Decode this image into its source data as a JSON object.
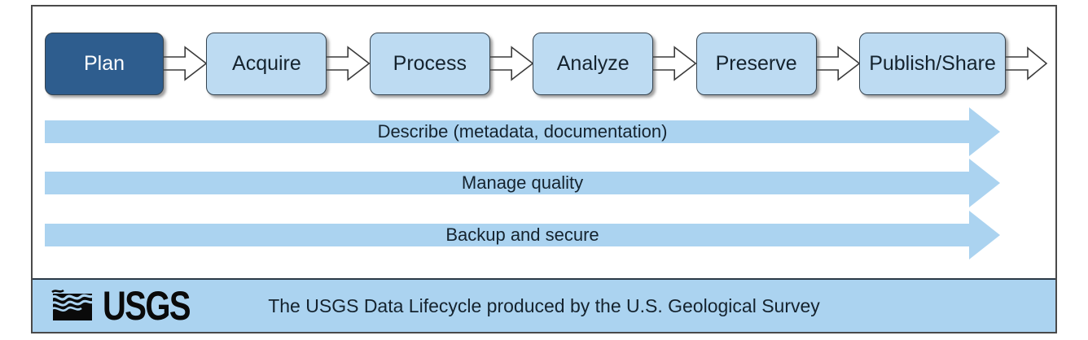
{
  "palette": {
    "dark_blue": "#2E5D8E",
    "light_blue_box": "#BDDBF2",
    "bar_blue": "#ABD3F0",
    "box_border": "#35434F",
    "text_dark": "#15232E",
    "frame_border": "#4A4A4A",
    "logo_black": "#0A0A0A"
  },
  "stages": [
    {
      "label": "Plan",
      "primary": true
    },
    {
      "label": "Acquire",
      "primary": false
    },
    {
      "label": "Process",
      "primary": false
    },
    {
      "label": "Analyze",
      "primary": false
    },
    {
      "label": "Preserve",
      "primary": false
    },
    {
      "label": "Publish/Share",
      "primary": false
    }
  ],
  "activities": [
    "Describe (metadata, documentation)",
    "Manage quality",
    "Backup and secure"
  ],
  "footer": {
    "logo": "USGS",
    "caption": "The USGS Data Lifecycle produced by the U.S. Geological Survey"
  }
}
